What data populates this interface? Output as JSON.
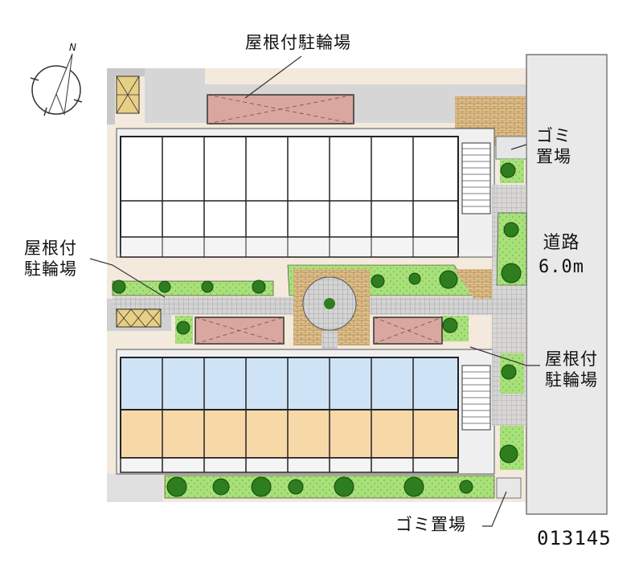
{
  "labels": {
    "roof_bike_top": "屋根付駐輪場",
    "roof_bike_left_1": "屋根付",
    "roof_bike_left_2": "駐輪場",
    "roof_bike_right_1": "屋根付",
    "roof_bike_right_2": "駐輪場",
    "garbage_top_1": "ゴミ",
    "garbage_top_2": "置場",
    "road_1": "道路",
    "road_2": "6.0m",
    "garbage_bottom": "ゴミ置場",
    "property_code": "013145",
    "compass_north": "N"
  },
  "colors": {
    "ground": "#f3e9dc",
    "wall": "#bfbfbf",
    "road": "#e8e8e8",
    "bike_roof": "#d9a7a0",
    "brick": "#d7b47e",
    "green": "#9bd86b",
    "tree": "#2e7d1f",
    "unit_blue": "#cfe3f7",
    "unit_tan": "#f7d9a8",
    "paving": "#c9c9c9"
  }
}
